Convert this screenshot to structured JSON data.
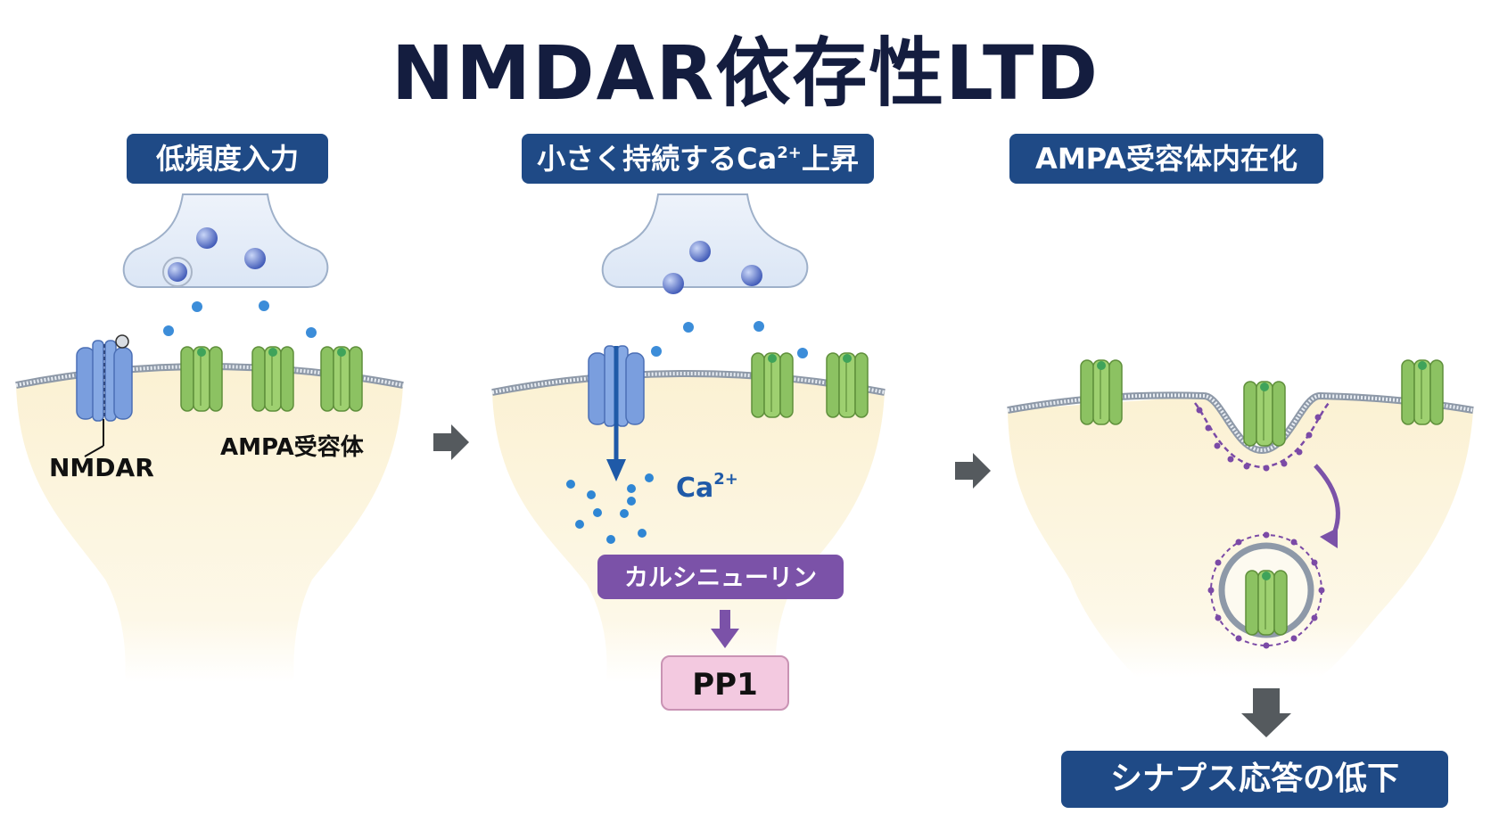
{
  "title": "NMDAR依存性LTD",
  "panels": {
    "p1": {
      "badge": "低頻度入力",
      "nmdar_label": "NMDAR",
      "ampa_label": "AMPA受容体"
    },
    "p2": {
      "badge_main": "小さく持続するCa",
      "badge_sup": "2+",
      "badge_tail": "上昇",
      "ca_label": "Ca",
      "ca_sup": "2+",
      "calcineurin": "カルシニューリン",
      "pp1": "PP1"
    },
    "p3": {
      "badge": "AMPA受容体内在化",
      "result": "シナプス応答の低下"
    }
  },
  "colors": {
    "title": "#141d3f",
    "badge": "#1f4a86",
    "nmdar": "#6f96d6",
    "ampa": "#8cc262",
    "calcineurin": "#7b52a8",
    "pp1": "#f3c9e0",
    "cytoplasm": "#fbf4dc",
    "arrow": "#555a5e"
  }
}
